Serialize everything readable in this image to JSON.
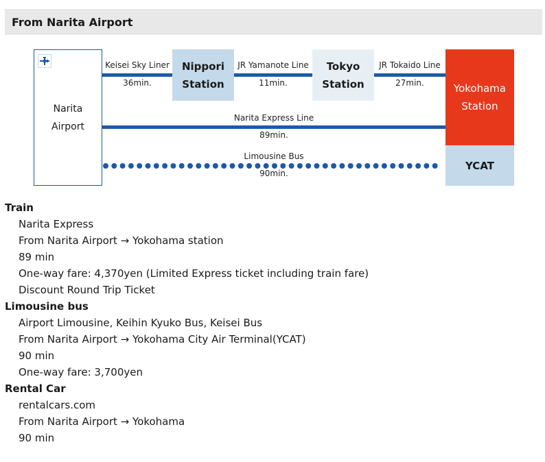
{
  "header": {
    "title": "From Narita Airport"
  },
  "diagram": {
    "airport": "Narita\nAirport",
    "stations": {
      "nippori": "Nippori\nStation",
      "tokyo": "Tokyo\nStation",
      "yokohama": "Yokohama\nStation",
      "ycat": "YCAT"
    },
    "routes": {
      "keisei": {
        "name": "Keisei Sky Liner",
        "time": "36min."
      },
      "yamanote": {
        "name": "JR Yamanote Line",
        "time": "11min."
      },
      "tokaido": {
        "name": "JR Tokaido Line",
        "time": "27min."
      },
      "nex": {
        "name": "Narita Express Line",
        "time": "89min."
      },
      "bus": {
        "name": "Limousine Bus",
        "time": "90min."
      }
    },
    "colors": {
      "line": "#1b5aa8",
      "station": "#c4d9ea",
      "yokohama": "#e8381c"
    }
  },
  "sections": [
    {
      "title": "Train",
      "items": [
        "Narita Express",
        "From Narita Airport → Yokohama station",
        "89 min",
        "One-way fare: 4,370yen (Limited Express ticket including train fare)",
        "Discount Round Trip Ticket"
      ]
    },
    {
      "title": "Limousine bus",
      "items": [
        "Airport Limousine, Keihin Kyuko Bus, Keisei Bus",
        "From Narita Airport → Yokohama City Air Terminal(YCAT)",
        "90 min",
        "One-way fare: 3,700yen"
      ]
    },
    {
      "title": "Rental Car",
      "items": [
        "rentalcars.com",
        "From Narita Airport → Yokohama",
        "90 min"
      ]
    }
  ]
}
